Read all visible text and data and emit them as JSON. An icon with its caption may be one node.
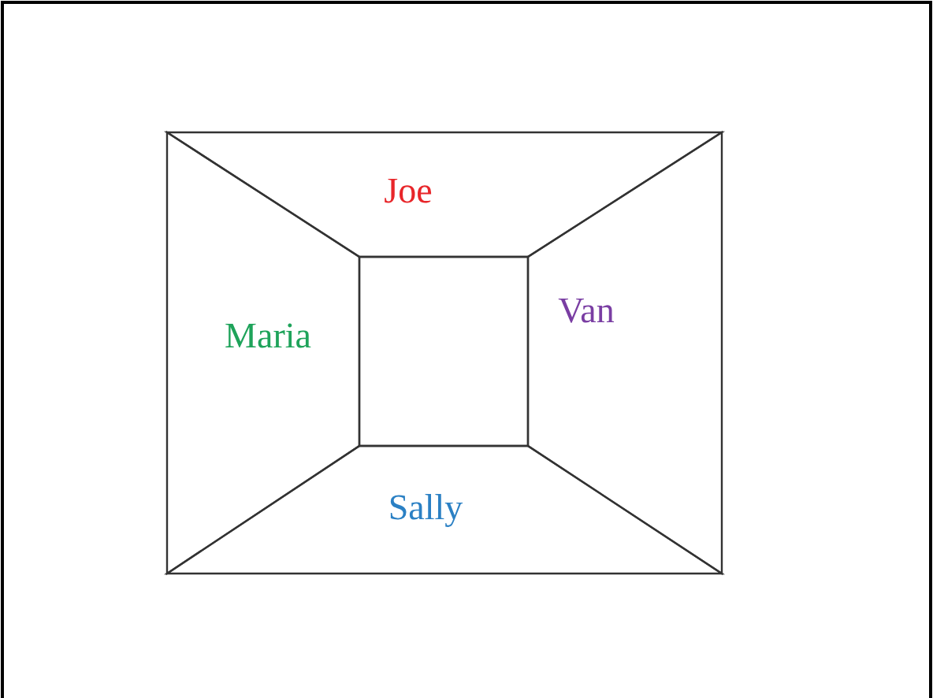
{
  "diagram": {
    "nodes": [
      {
        "text": [
          "Joe"
        ]
      },
      {
        "text": [
          "Maria"
        ]
      },
      {
        "text": [
          "Van"
        ]
      },
      {
        "text": [
          "Sally"
        ]
      },
      {
        "text": [],
        "shape": "box"
      }
    ]
  }
}
